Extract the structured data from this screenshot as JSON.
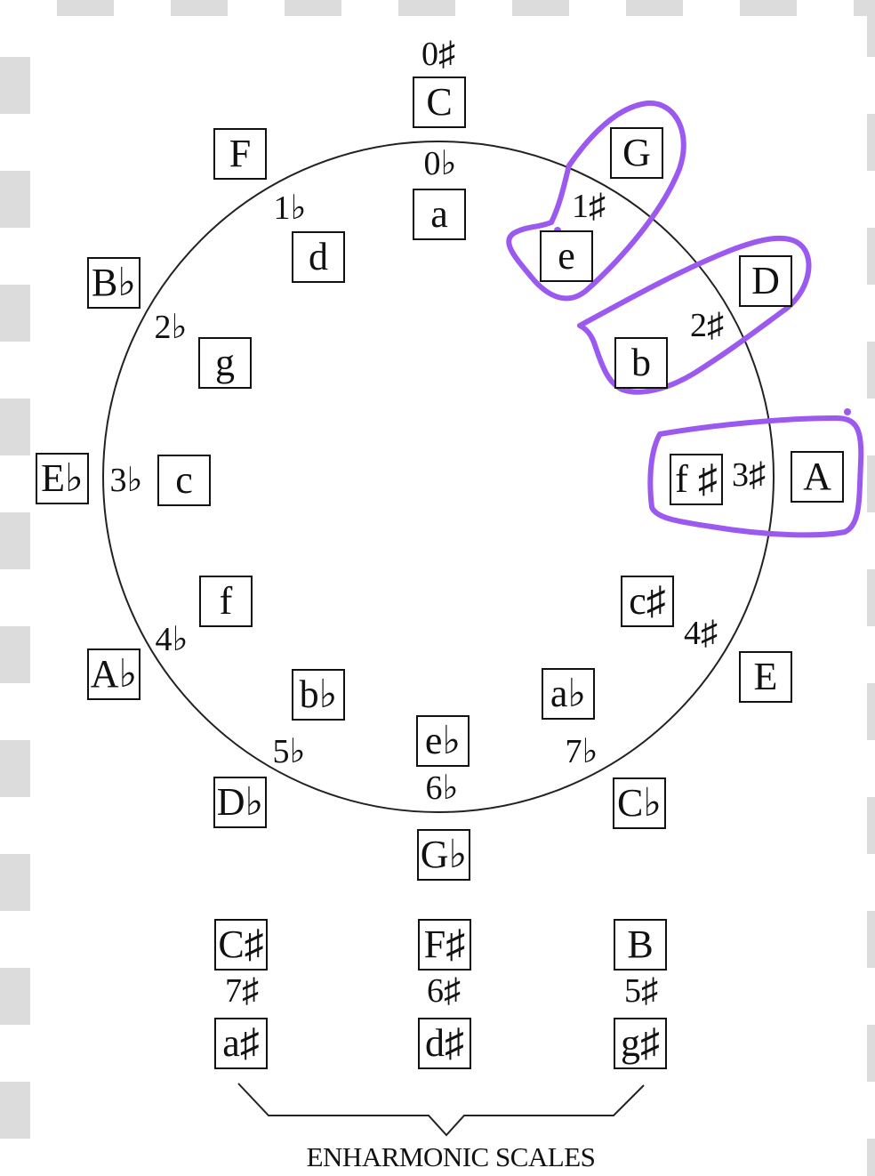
{
  "diagram": {
    "circle_stroke": "#222222",
    "highlight_color": "#9b59f0",
    "major_keys": [
      {
        "id": "c",
        "label": "C"
      },
      {
        "id": "g",
        "label": "G"
      },
      {
        "id": "d",
        "label": "D"
      },
      {
        "id": "a",
        "label": "A"
      },
      {
        "id": "e",
        "label": "E"
      },
      {
        "id": "b-flat-c",
        "label": "C♭"
      },
      {
        "id": "g-flat",
        "label": "G♭"
      },
      {
        "id": "d-flat",
        "label": "D♭"
      },
      {
        "id": "a-flat",
        "label": "A♭"
      },
      {
        "id": "e-flat",
        "label": "E♭"
      },
      {
        "id": "b-flat",
        "label": "B♭"
      },
      {
        "id": "f",
        "label": "F"
      }
    ],
    "minor_keys": [
      {
        "id": "a",
        "label": "a"
      },
      {
        "id": "e",
        "label": "e"
      },
      {
        "id": "b",
        "label": "b"
      },
      {
        "id": "f-sharp",
        "label": "f ♯"
      },
      {
        "id": "c-sharp",
        "label": "c♯"
      },
      {
        "id": "a-flat",
        "label": "a♭"
      },
      {
        "id": "e-flat",
        "label": "e♭"
      },
      {
        "id": "b-flat",
        "label": "b♭"
      },
      {
        "id": "f",
        "label": "f"
      },
      {
        "id": "c",
        "label": "c"
      },
      {
        "id": "g",
        "label": "g"
      },
      {
        "id": "d",
        "label": "d"
      }
    ],
    "signatures": [
      {
        "id": "0-sharp",
        "label": "0♯"
      },
      {
        "id": "0-flat",
        "label": "0♭"
      },
      {
        "id": "1-sharp",
        "label": "1♯"
      },
      {
        "id": "2-sharp",
        "label": "2♯"
      },
      {
        "id": "3-sharp",
        "label": "3♯"
      },
      {
        "id": "4-sharp",
        "label": "4♯"
      },
      {
        "id": "7-flat",
        "label": "7♭"
      },
      {
        "id": "6-flat",
        "label": "6♭"
      },
      {
        "id": "5-flat",
        "label": "5♭"
      },
      {
        "id": "4-flat",
        "label": "4♭"
      },
      {
        "id": "3-flat",
        "label": "3♭"
      },
      {
        "id": "2-flat",
        "label": "2♭"
      },
      {
        "id": "1-flat",
        "label": "1♭"
      }
    ],
    "enharmonic": {
      "major_keys": [
        {
          "id": "c-sharp",
          "label": "C♯"
        },
        {
          "id": "f-sharp",
          "label": "F♯"
        },
        {
          "id": "b",
          "label": "B"
        }
      ],
      "signatures": [
        {
          "id": "7-sharp",
          "label": "7♯"
        },
        {
          "id": "6-sharp",
          "label": "6♯"
        },
        {
          "id": "5-sharp",
          "label": "5♯"
        }
      ],
      "minor_keys": [
        {
          "id": "a-sharp",
          "label": "a♯"
        },
        {
          "id": "d-sharp",
          "label": "d♯"
        },
        {
          "id": "g-sharp",
          "label": "g♯"
        }
      ],
      "caption": "ENHARMONIC SCALES"
    }
  }
}
